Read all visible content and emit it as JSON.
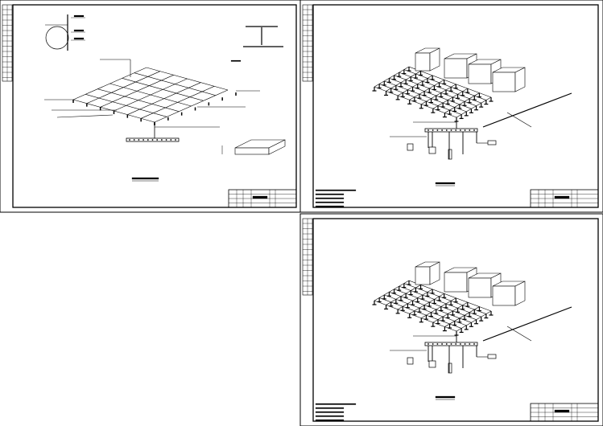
{
  "colors": {
    "line": "#000000",
    "background": "#ffffff"
  },
  "sheets": [
    {
      "grid_cells": 6,
      "pedestals": true
    },
    {
      "grid_cells": 6,
      "cabinets": 4
    },
    {
      "grid_cells": 6,
      "cabinets": 4
    }
  ]
}
